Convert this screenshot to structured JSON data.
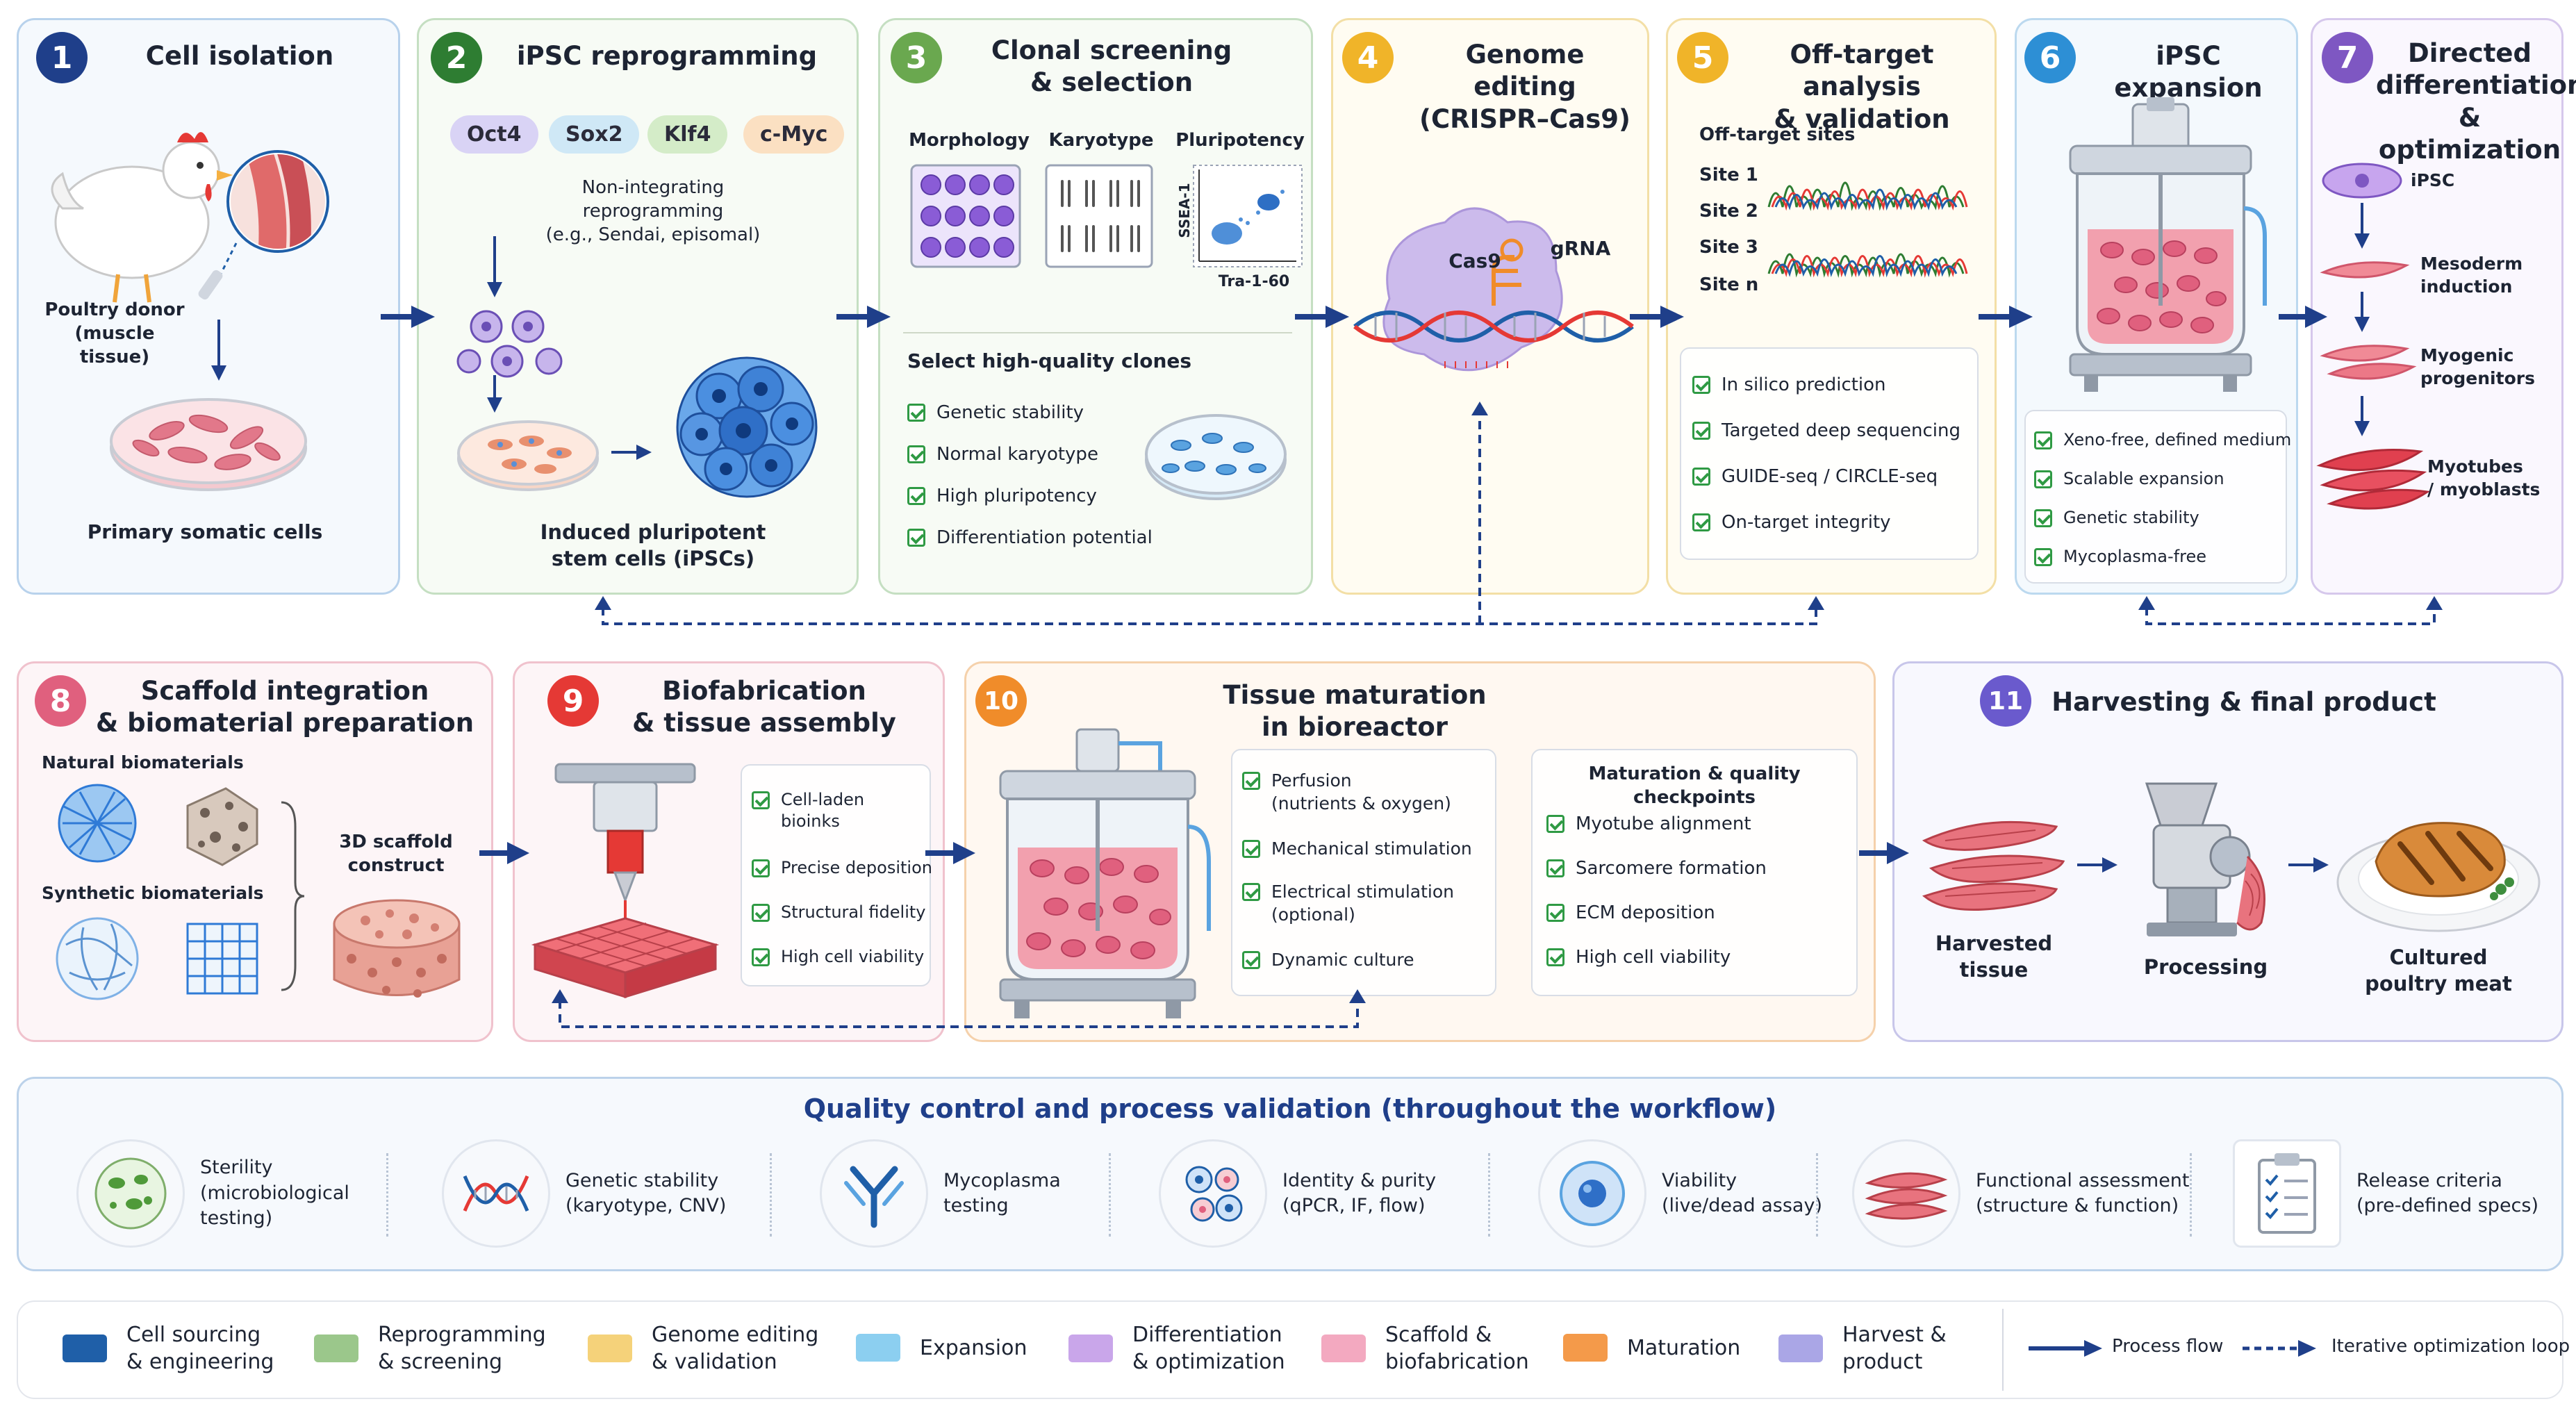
{
  "steps": [
    {
      "num": "1",
      "title": "Cell isolation",
      "color": "#1f3f8a",
      "border": "#b8d2ec",
      "bg": "#f5f9fd"
    },
    {
      "num": "2",
      "title": "iPSC reprogramming",
      "color": "#2e7d32",
      "border": "#c5dfc2",
      "bg": "#f7fbf5"
    },
    {
      "num": "3",
      "title": "Clonal screening\n& selection",
      "color": "#6aa84f",
      "border": "#c5dfc2",
      "bg": "#f7fbf5"
    },
    {
      "num": "4",
      "title": "Genome editing\n(CRISPR–Cas9)",
      "color": "#f0b429",
      "border": "#f3dfa6",
      "bg": "#fffcf2"
    },
    {
      "num": "5",
      "title": "Off-target analysis\n& validation",
      "color": "#f0b429",
      "border": "#f3dfa6",
      "bg": "#fffcf2"
    },
    {
      "num": "6",
      "title": "iPSC expansion",
      "color": "#2d8fd5",
      "border": "#bcd9ef",
      "bg": "#f4f9fd"
    },
    {
      "num": "7",
      "title": "Directed\ndifferentiation\n& optimization",
      "color": "#7e57c2",
      "border": "#d6c8ec",
      "bg": "#faf7fe"
    },
    {
      "num": "8",
      "title": "Scaffold integration\n& biomaterial preparation",
      "color": "#e0607e",
      "border": "#f0c2cd",
      "bg": "#fdf5f7"
    },
    {
      "num": "9",
      "title": "Biofabrication\n& tissue assembly",
      "color": "#e53935",
      "border": "#f0c2cd",
      "bg": "#fdf5f7"
    },
    {
      "num": "10",
      "title": "Tissue maturation\nin bioreactor",
      "color": "#f08c2a",
      "border": "#f5d1ab",
      "bg": "#fff8f1"
    },
    {
      "num": "11",
      "title": "Harvesting & final product",
      "color": "#6a5acd",
      "border": "#c8c6ea",
      "bg": "#f8f8fe"
    }
  ],
  "step1": {
    "donor_label": "Poultry donor\n(muscle tissue)",
    "cells_label": "Primary somatic cells"
  },
  "step2": {
    "factors": [
      {
        "name": "Oct4",
        "color": "#d9d3f5"
      },
      {
        "name": "Sox2",
        "color": "#cfe8f6"
      },
      {
        "name": "Klf4",
        "color": "#d4ecc8"
      },
      {
        "name": "c-Myc",
        "color": "#fbe0c2"
      }
    ],
    "method_label": "Non-integrating\nreprogramming\n(e.g., Sendai, episomal)",
    "ipsc_label": "Induced pluripotent\nstem cells (iPSCs)"
  },
  "step3": {
    "panels": [
      "Morphology",
      "Karyotype",
      "Pluripotency"
    ],
    "axis_y": "SSEA-1",
    "axis_x": "Tra-1-60",
    "select_label": "Select high-quality clones",
    "checks": [
      "Genetic stability",
      "Normal karyotype",
      "High pluripotency",
      "Differentiation potential"
    ]
  },
  "step4": {
    "cas9": "Cas9",
    "grna": "gRNA"
  },
  "step5": {
    "sites_title": "Off-target sites",
    "sites": [
      "Site 1",
      "Site 2",
      "Site 3",
      "Site n"
    ],
    "checks": [
      "In silico prediction",
      "Targeted deep sequencing",
      "GUIDE-seq / CIRCLE-seq",
      "On-target integrity"
    ]
  },
  "step6": {
    "checks": [
      "Xeno-free, defined medium",
      "Scalable expansion",
      "Genetic stability",
      "Mycoplasma-free"
    ]
  },
  "step7": {
    "stages": [
      "iPSC",
      "Mesoderm\ninduction",
      "Myogenic\nprogenitors",
      "Myotubes\n/ myoblasts"
    ]
  },
  "step8": {
    "natural": "Natural biomaterials",
    "synthetic": "Synthetic biomaterials",
    "construct": "3D scaffold\nconstruct"
  },
  "step9": {
    "checks": [
      "Cell-laden\nbioinks",
      "Precise deposition",
      "Structural fidelity",
      "High cell viability"
    ]
  },
  "step10": {
    "checks": [
      "Perfusion\n(nutrients & oxygen)",
      "Mechanical stimulation",
      "Electrical stimulation\n(optional)",
      "Dynamic culture"
    ],
    "qc_title": "Maturation & quality checkpoints",
    "qc_checks": [
      "Myotube alignment",
      "Sarcomere formation",
      "ECM deposition",
      "High cell viability"
    ]
  },
  "step11": {
    "items": [
      "Harvested\ntissue",
      "Processing",
      "Cultured\npoultry meat"
    ]
  },
  "qc": {
    "title": "Quality control and process validation (throughout the workflow)",
    "items": [
      {
        "label": "Sterility\n(microbiological\ntesting)",
        "icon": "petri-dish-icon"
      },
      {
        "label": "Genetic stability\n(karyotype, CNV)",
        "icon": "dna-icon"
      },
      {
        "label": "Mycoplasma\ntesting",
        "icon": "antibody-icon"
      },
      {
        "label": "Identity & purity\n(qPCR, IF, flow)",
        "icon": "cells-icon"
      },
      {
        "label": "Viability\n(live/dead assay)",
        "icon": "cell-icon"
      },
      {
        "label": "Functional assessment\n(structure & function)",
        "icon": "muscle-icon"
      },
      {
        "label": "Release criteria\n(pre-defined specs)",
        "icon": "clipboard-icon"
      }
    ]
  },
  "legend": {
    "items": [
      {
        "label": "Cell sourcing\n& engineering",
        "color": "#1f5fa8"
      },
      {
        "label": "Reprogramming\n& screening",
        "color": "#9bc78b"
      },
      {
        "label": "Genome editing\n& validation",
        "color": "#f5d27a"
      },
      {
        "label": "Expansion",
        "color": "#8ccff0"
      },
      {
        "label": "Differentiation\n& optimization",
        "color": "#c9a6ea"
      },
      {
        "label": "Scaffold &\nbiofabrication",
        "color": "#f3a9c0"
      },
      {
        "label": "Maturation",
        "color": "#f49a4a"
      },
      {
        "label": "Harvest &\nproduct",
        "color": "#aaa6e6"
      }
    ],
    "process_flow": "Process flow",
    "iterative": "Iterative optimization loop"
  }
}
